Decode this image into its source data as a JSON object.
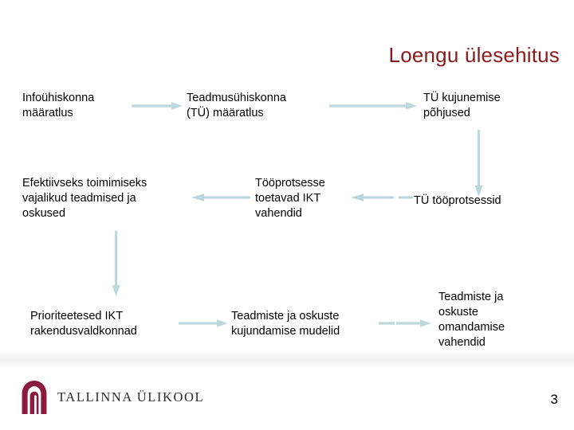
{
  "slide": {
    "title": "Loengu ülesehitus",
    "page_number": "3",
    "title_color": "#8b1a1c",
    "arrow_color": "#bcd8dc",
    "text_color": "#000000"
  },
  "diagram": {
    "nodes": [
      {
        "id": "n1",
        "label": "Infoühiskonna\nmääratlus"
      },
      {
        "id": "n2",
        "label": "Teadmusühiskonna\n(TÜ) määratlus"
      },
      {
        "id": "n3",
        "label": "TÜ kujunemise\npõhjused"
      },
      {
        "id": "n4",
        "label": "TÜ tööprotsessid"
      },
      {
        "id": "n5",
        "label": "Tööprotsesse\ntoetavad IKT\nvahendid"
      },
      {
        "id": "n6",
        "label": "Efektiivseks toimimiseks\nvajalikud teadmised ja\noskused"
      },
      {
        "id": "n7",
        "label": "Prioriteetesed IKT\nrakendusvaldkonnad"
      },
      {
        "id": "n8",
        "label": "Teadmiste ja oskuste\nkujundamise mudelid"
      },
      {
        "id": "n9",
        "label": "Teadmiste ja\noskuste\nomandamise\nvahendid"
      }
    ],
    "edges": [
      {
        "from": "n1",
        "to": "n2",
        "direction": "right"
      },
      {
        "from": "n2",
        "to": "n3",
        "direction": "right"
      },
      {
        "from": "n3",
        "to": "n4",
        "direction": "down"
      },
      {
        "from": "n4",
        "to": "n5",
        "direction": "left"
      },
      {
        "from": "n5",
        "to": "n6",
        "direction": "left"
      },
      {
        "from": "n6",
        "to": "n7",
        "direction": "down"
      },
      {
        "from": "n7",
        "to": "n8",
        "direction": "right"
      },
      {
        "from": "n8",
        "to": "n9",
        "direction": "right"
      }
    ]
  },
  "logo": {
    "name": "TALLINNA ÜLIKOOL",
    "mark": "arch-gate-icon",
    "mark_color": "#8b1a3c"
  }
}
